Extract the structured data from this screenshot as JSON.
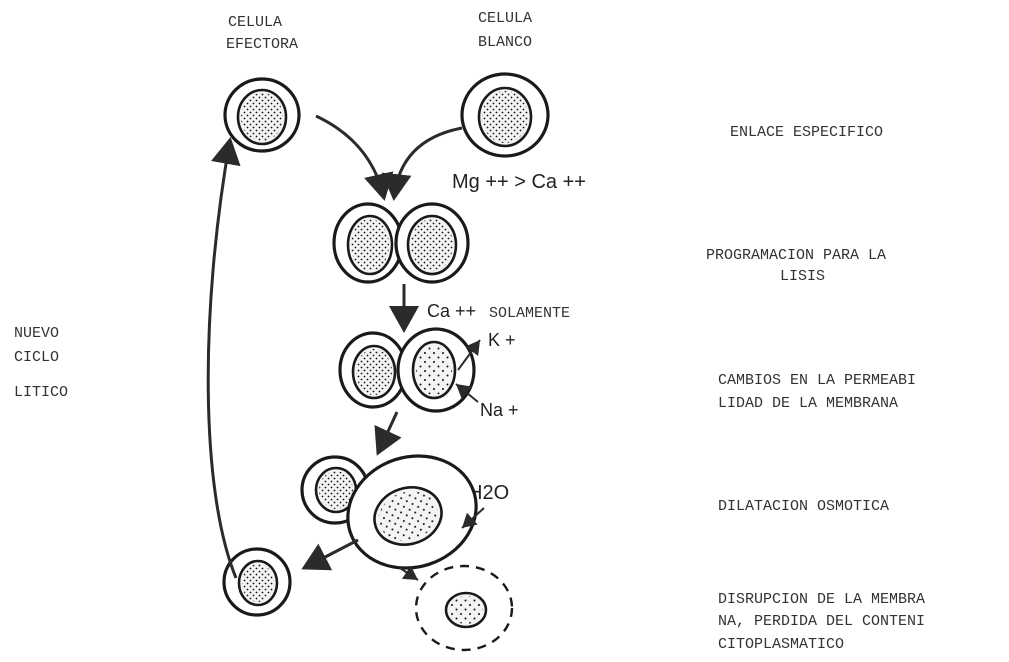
{
  "labels": {
    "effector_cell": [
      "CELULA",
      "EFECTORA"
    ],
    "target_cell": [
      "CELULA",
      "BLANCO"
    ],
    "new_cycle": [
      "NUEVO",
      "CICLO",
      "LITICO"
    ],
    "ions_binding": "Mg ++ > Ca ++",
    "ca_only_symbol": "Ca ++",
    "ca_only_word": "SOLAMENTE",
    "potassium": "K +",
    "sodium": "Na +",
    "water": "H2O"
  },
  "stages": [
    [
      "ENLACE ESPECIFICO"
    ],
    [
      "PROGRAMACION PARA LA",
      "LISIS"
    ],
    [
      "CAMBIOS EN LA PERMEABI",
      "LIDAD DE LA MEMBRANA"
    ],
    [
      "DILATACION OSMOTICA"
    ],
    [
      "DISRUPCION DE LA MEMBRA",
      "NA, PERDIDA DEL CONTENI",
      "CITOPLASMATICO"
    ]
  ]
}
